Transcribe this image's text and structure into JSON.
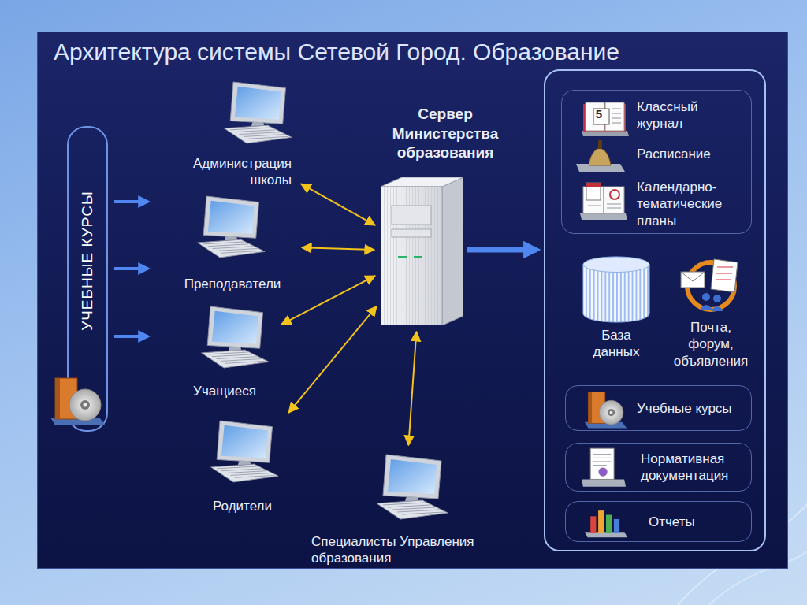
{
  "diagram": {
    "title": "Архитектура системы Сетевой Город. Образование",
    "nodes": [
      {
        "text": [
          "УЧЕБНЫЕ КУРСЫ"
        ]
      },
      {
        "text": [
          "Администрация школы"
        ]
      },
      {
        "text": [
          "Преподаватели"
        ]
      },
      {
        "text": [
          "Учащиеся"
        ]
      },
      {
        "text": [
          "Родители"
        ]
      },
      {
        "text": [
          "Сервер Министерства образования"
        ]
      },
      {
        "text": [
          "Специалисты Управления образования"
        ]
      },
      {
        "text": []
      },
      {
        "text": [
          "Классный журнал",
          "Расписание",
          "Календарно-тематические планы"
        ],
        "in": 7
      },
      {
        "text": [
          "База данных"
        ],
        "in": 7
      },
      {
        "text": [
          "Почта, форум, объявления"
        ],
        "in": 7
      },
      {
        "text": [
          "Учебные курсы"
        ],
        "in": 7
      },
      {
        "text": [
          "Нормативная документация"
        ],
        "in": 7
      },
      {
        "text": [
          "Отчеты"
        ],
        "in": 7
      }
    ],
    "edges": [
      {
        "from": 0,
        "to": 1,
        "arrow": "to"
      },
      {
        "from": 0,
        "to": 2,
        "arrow": "to"
      },
      {
        "from": 0,
        "to": 3,
        "arrow": "to"
      },
      {
        "from": 1,
        "to": 5,
        "arrow": "both"
      },
      {
        "from": 2,
        "to": 5,
        "arrow": "both"
      },
      {
        "from": 3,
        "to": 5,
        "arrow": "both"
      },
      {
        "from": 4,
        "to": 5,
        "arrow": "both"
      },
      {
        "from": 6,
        "to": 5,
        "arrow": "both"
      },
      {
        "from": 5,
        "to": 7,
        "arrow": "to"
      }
    ],
    "labels": [
      "5"
    ]
  }
}
